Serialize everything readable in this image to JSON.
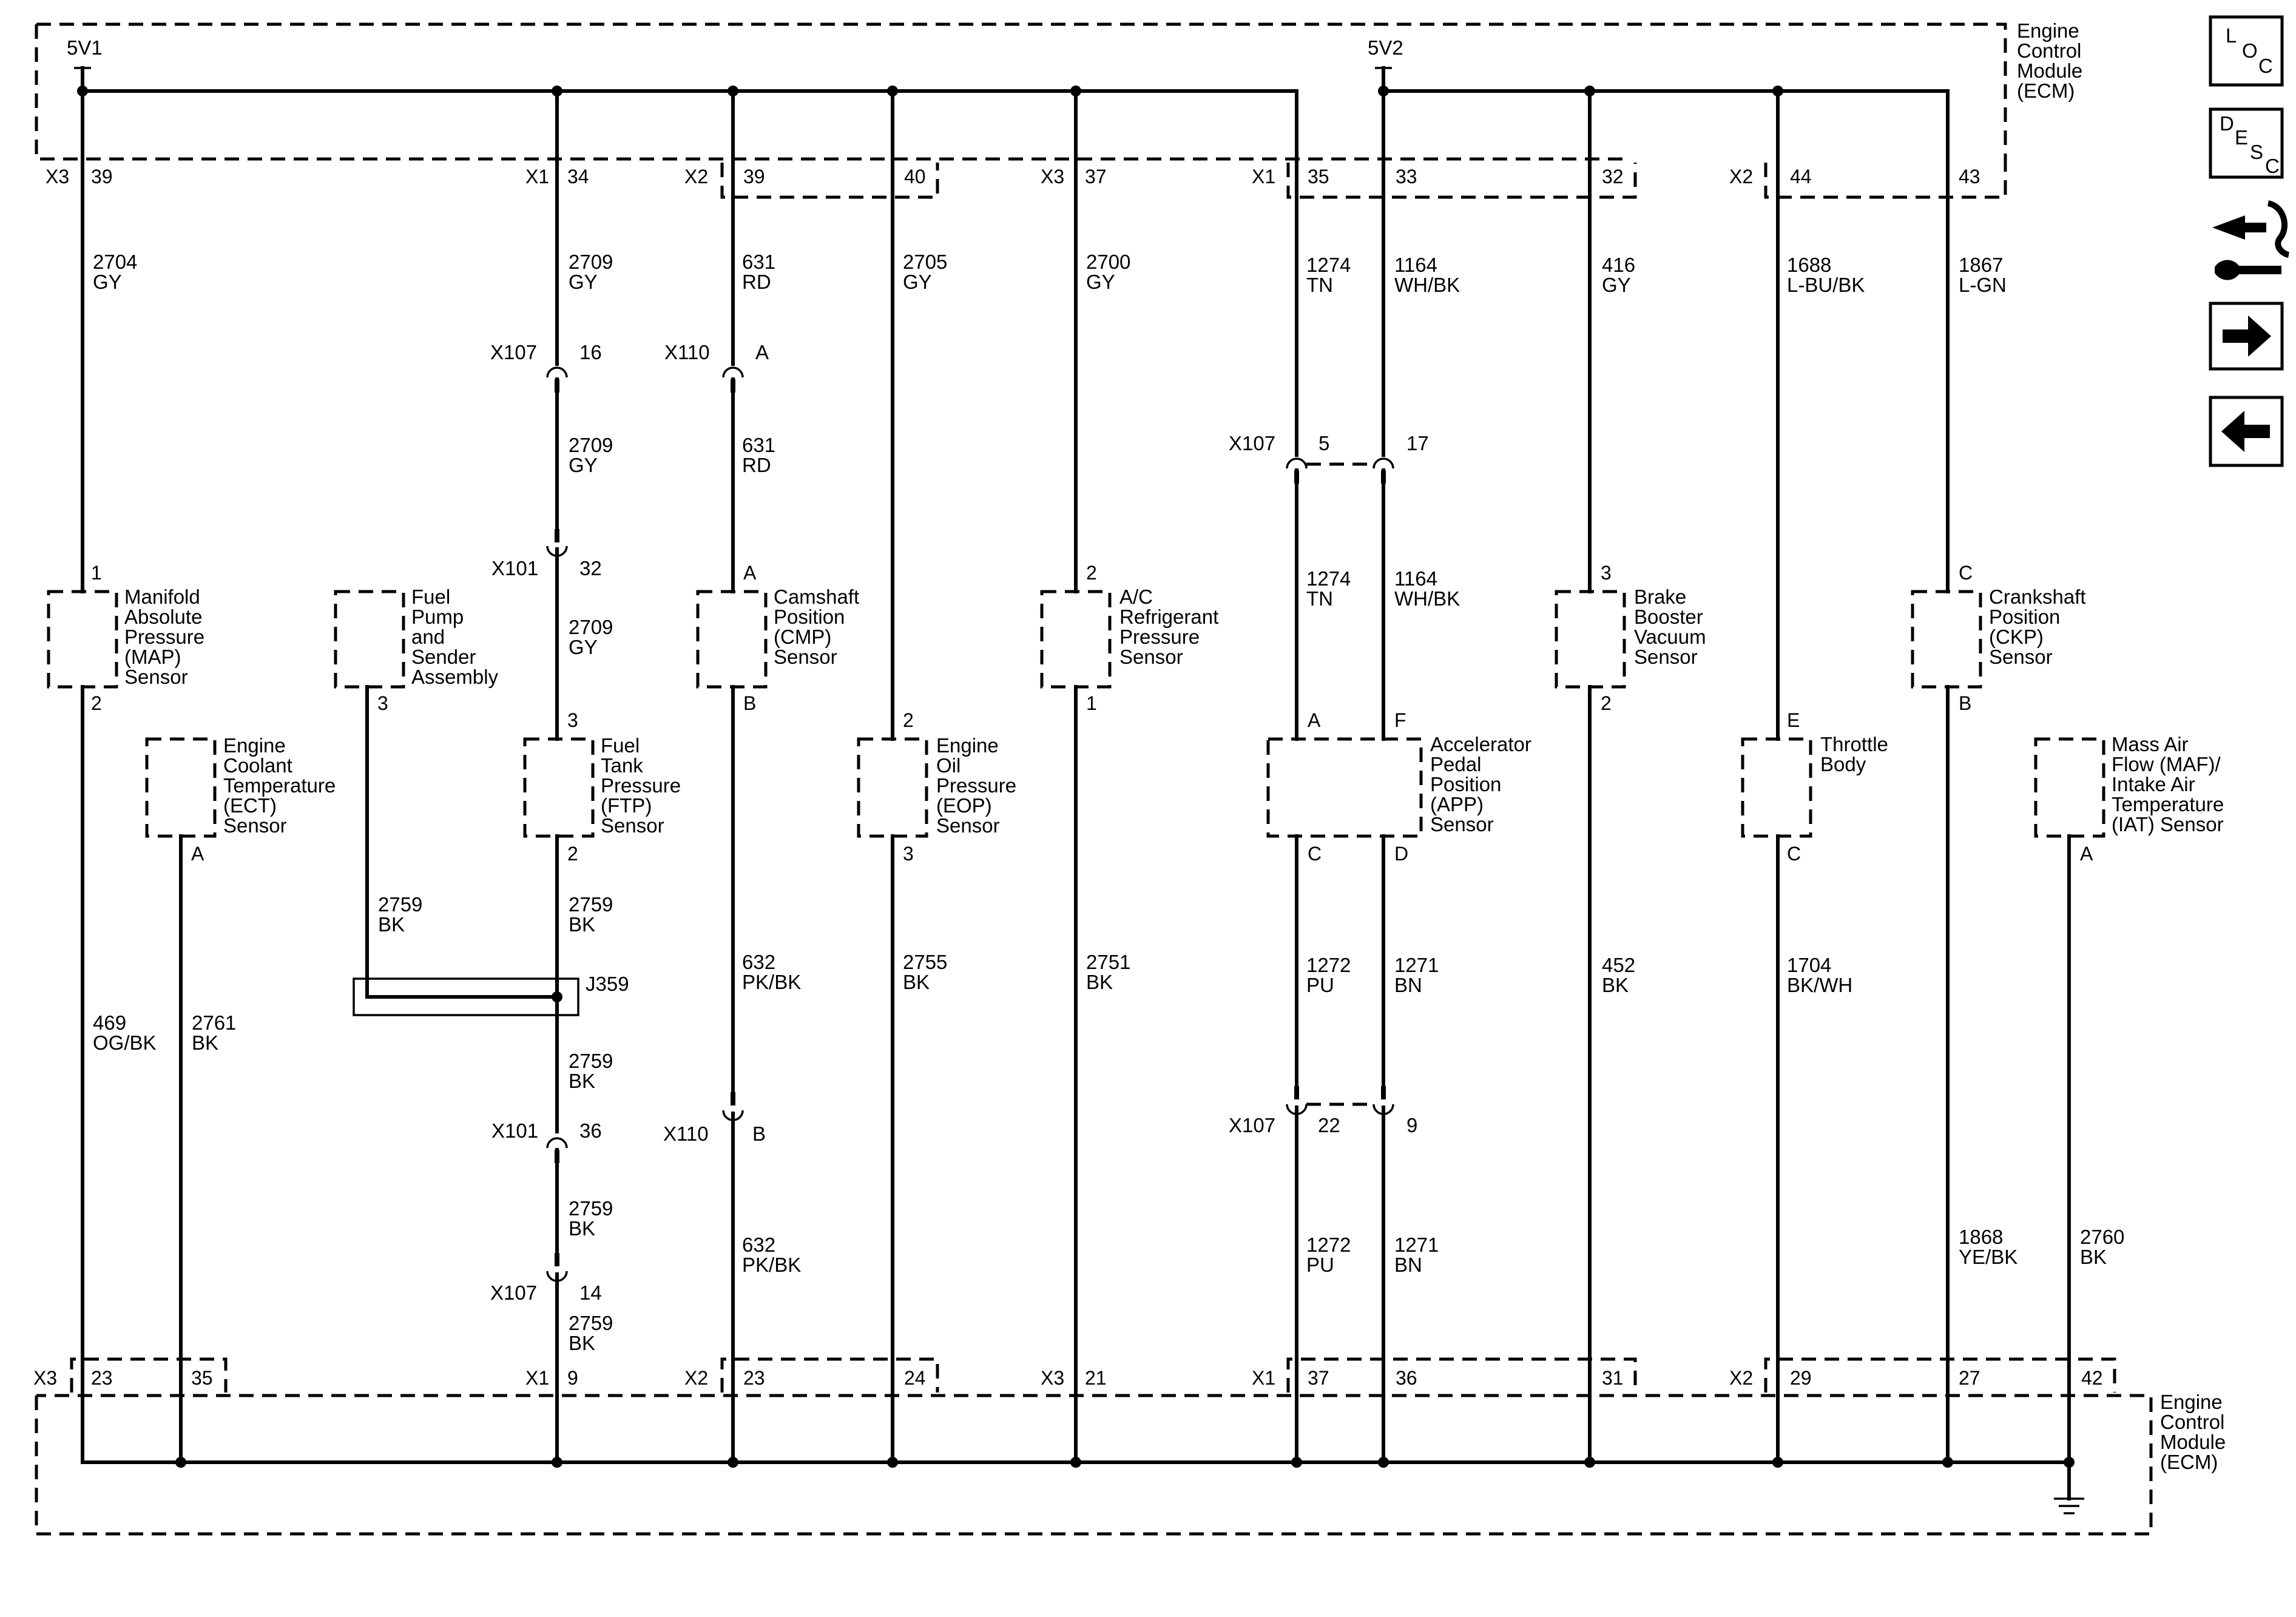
{
  "ecm_label": [
    "Engine",
    "Control",
    "Module",
    "(ECM)"
  ],
  "rails": {
    "v1": "5V1",
    "v2": "5V2"
  },
  "top_pins": [
    {
      "conn": "X3",
      "pin": "39"
    },
    {
      "conn": "X1",
      "pin": "34"
    },
    {
      "conn": "X2",
      "pin": "39"
    },
    {
      "conn": "",
      "pin": "40"
    },
    {
      "conn": "X3",
      "pin": "37"
    },
    {
      "conn": "X1",
      "pin": "35"
    },
    {
      "conn": "",
      "pin": "33"
    },
    {
      "conn": "",
      "pin": "32"
    },
    {
      "conn": "X2",
      "pin": "44"
    },
    {
      "conn": "",
      "pin": "43"
    }
  ],
  "bottom_pins": [
    {
      "conn": "X3",
      "pin": "23"
    },
    {
      "conn": "",
      "pin": "35"
    },
    {
      "conn": "X1",
      "pin": "9"
    },
    {
      "conn": "X2",
      "pin": "23"
    },
    {
      "conn": "",
      "pin": "24"
    },
    {
      "conn": "X3",
      "pin": "21"
    },
    {
      "conn": "X1",
      "pin": "37"
    },
    {
      "conn": "",
      "pin": "36"
    },
    {
      "conn": "",
      "pin": "31"
    },
    {
      "conn": "X2",
      "pin": "29"
    },
    {
      "conn": "",
      "pin": "27"
    },
    {
      "conn": "",
      "pin": "42"
    }
  ],
  "wires": [
    {
      "circuit": "2704",
      "color": "GY"
    },
    {
      "circuit": "2709",
      "color": "GY"
    },
    {
      "circuit": "631",
      "color": "RD"
    },
    {
      "circuit": "2705",
      "color": "GY"
    },
    {
      "circuit": "2700",
      "color": "GY"
    },
    {
      "circuit": "1274",
      "color": "TN"
    },
    {
      "circuit": "1164",
      "color": "WH/BK"
    },
    {
      "circuit": "416",
      "color": "GY"
    },
    {
      "circuit": "1688",
      "color": "L-BU/BK"
    },
    {
      "circuit": "1867",
      "color": "L-GN"
    },
    {
      "circuit": "2709",
      "color": "GY"
    },
    {
      "circuit": "631",
      "color": "RD"
    },
    {
      "circuit": "2709",
      "color": "GY"
    },
    {
      "circuit": "1274",
      "color": "TN"
    },
    {
      "circuit": "1164",
      "color": "WH/BK"
    },
    {
      "circuit": "469",
      "color": "OG/BK"
    },
    {
      "circuit": "2761",
      "color": "BK"
    },
    {
      "circuit": "2759",
      "color": "BK"
    },
    {
      "circuit": "2759",
      "color": "BK"
    },
    {
      "circuit": "2759",
      "color": "BK"
    },
    {
      "circuit": "2759",
      "color": "BK"
    },
    {
      "circuit": "2759",
      "color": "BK"
    },
    {
      "circuit": "632",
      "color": "PK/BK"
    },
    {
      "circuit": "632",
      "color": "PK/BK"
    },
    {
      "circuit": "2755",
      "color": "BK"
    },
    {
      "circuit": "2751",
      "color": "BK"
    },
    {
      "circuit": "1272",
      "color": "PU"
    },
    {
      "circuit": "1271",
      "color": "BN"
    },
    {
      "circuit": "1272",
      "color": "PU"
    },
    {
      "circuit": "1271",
      "color": "BN"
    },
    {
      "circuit": "452",
      "color": "BK"
    },
    {
      "circuit": "1704",
      "color": "BK/WH"
    },
    {
      "circuit": "1868",
      "color": "YE/BK"
    },
    {
      "circuit": "2760",
      "color": "BK"
    }
  ],
  "inline_connectors": [
    {
      "name": "X107",
      "pin": "16"
    },
    {
      "name": "X110",
      "pin": "A"
    },
    {
      "name": "X101",
      "pin": "32"
    },
    {
      "name": "X107",
      "pin": "5"
    },
    {
      "name": "",
      "pin": "17"
    },
    {
      "name": "X101",
      "pin": "36"
    },
    {
      "name": "X107",
      "pin": "14"
    },
    {
      "name": "X110",
      "pin": "B"
    },
    {
      "name": "X107",
      "pin": "22"
    },
    {
      "name": "",
      "pin": "9"
    }
  ],
  "splice": "J359",
  "components": [
    {
      "lines": [
        "Manifold",
        "Absolute",
        "Pressure",
        "(MAP)",
        "Sensor"
      ],
      "pin_top": "1",
      "pin_bottom": "2"
    },
    {
      "lines": [
        "Fuel",
        "Pump",
        "and",
        "Sender",
        "Assembly"
      ],
      "pin_top": "",
      "pin_bottom": "3"
    },
    {
      "lines": [
        "Camshaft",
        "Position",
        "(CMP)",
        "Sensor"
      ],
      "pin_top": "A",
      "pin_bottom": "B"
    },
    {
      "lines": [
        "A/C",
        "Refrigerant",
        "Pressure",
        "Sensor"
      ],
      "pin_top": "2",
      "pin_bottom": "1"
    },
    {
      "lines": [
        "Brake",
        "Booster",
        "Vacuum",
        "Sensor"
      ],
      "pin_top": "3",
      "pin_bottom": "2"
    },
    {
      "lines": [
        "Crankshaft",
        "Position",
        "(CKP)",
        "Sensor"
      ],
      "pin_top": "C",
      "pin_bottom": "B"
    },
    {
      "lines": [
        "Engine",
        "Coolant",
        "Temperature",
        "(ECT)",
        "Sensor"
      ],
      "pin_top": "",
      "pin_bottom": "A"
    },
    {
      "lines": [
        "Fuel",
        "Tank",
        "Pressure",
        "(FTP)",
        "Sensor"
      ],
      "pin_top": "3",
      "pin_bottom": "2"
    },
    {
      "lines": [
        "Engine",
        "Oil",
        "Pressure",
        "(EOP)",
        "Sensor"
      ],
      "pin_top": "2",
      "pin_bottom": "3"
    },
    {
      "lines": [
        "Accelerator",
        "Pedal",
        "Position",
        "(APP)",
        "Sensor"
      ],
      "pin_top": "A",
      "pin_top2": "F",
      "pin_bottom": "C",
      "pin_bottom2": "D"
    },
    {
      "lines": [
        "Throttle",
        "Body"
      ],
      "pin_top": "E",
      "pin_bottom": "C"
    },
    {
      "lines": [
        "Mass Air",
        "Flow (MAF)/",
        "Intake Air",
        "Temperature",
        "(IAT) Sensor"
      ],
      "pin_top": "",
      "pin_bottom": "A"
    }
  ],
  "nav_buttons": [
    {
      "icon": "loc-icon",
      "letters": [
        "L",
        "O",
        "C"
      ]
    },
    {
      "icon": "desc-icon",
      "letters": [
        "D",
        "E",
        "S",
        "C"
      ]
    },
    {
      "icon": "connector-tool-icon",
      "letters": []
    },
    {
      "icon": "arrow-right-icon",
      "letters": []
    },
    {
      "icon": "arrow-left-icon",
      "letters": []
    }
  ]
}
